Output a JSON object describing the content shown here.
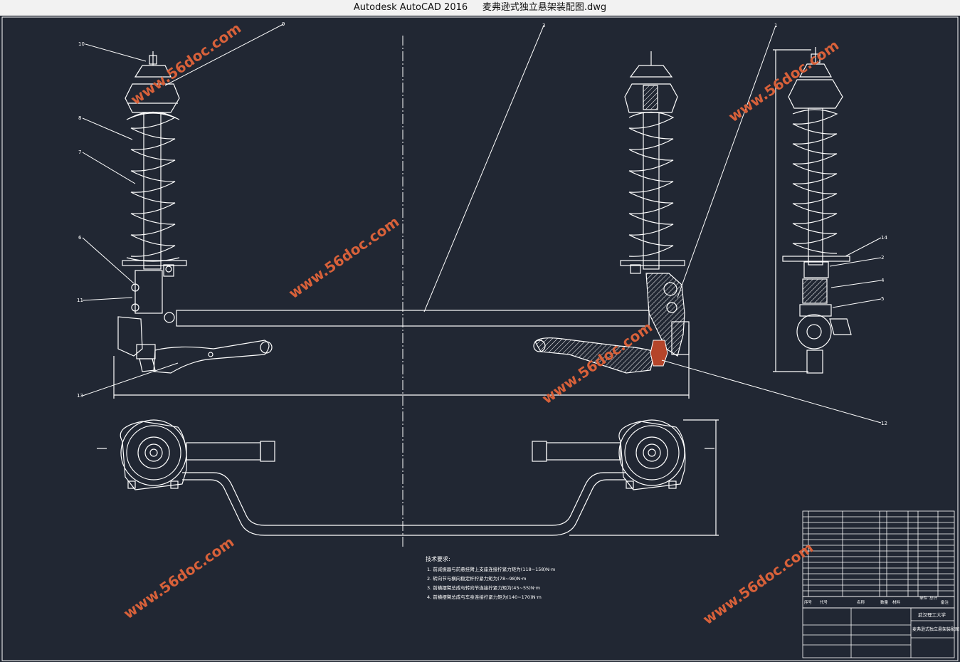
{
  "window": {
    "app_name": "Autodesk AutoCAD 2016",
    "file_name": "麦弗逊式独立悬架装配图.dwg"
  },
  "drawing": {
    "colors": {
      "background": "#212733",
      "line": "#ffffff",
      "watermark": "#d8613a",
      "highlight": "#b5452a"
    },
    "watermark_text": "www.56doc.com",
    "balloons": [
      "10",
      "9",
      "8",
      "7",
      "6",
      "11",
      "13",
      "3",
      "1",
      "14",
      "2",
      "4",
      "5",
      "12"
    ],
    "tech_requirements": {
      "heading": "技术要求:",
      "items": [
        "1. 前减振器与前悬挂臂上支座连接拧紧力矩为(118~158)N·m",
        "2. 转向节与横向稳定杆拧紧力矩为(78~98)N·m",
        "3. 前横摆臂总成与转向节连接拧紧力矩为(45~55)N·m",
        "4. 前横摆臂总成与车身连接拧紧力矩为(140~170)N·m"
      ]
    },
    "title_block": {
      "school": "武汉理工大学",
      "drawing_name": "麦弗逊式独立悬架装配图",
      "header": [
        "序号",
        "代号",
        "名称",
        "数量",
        "材料",
        "单件",
        "总计",
        "备注"
      ]
    }
  }
}
